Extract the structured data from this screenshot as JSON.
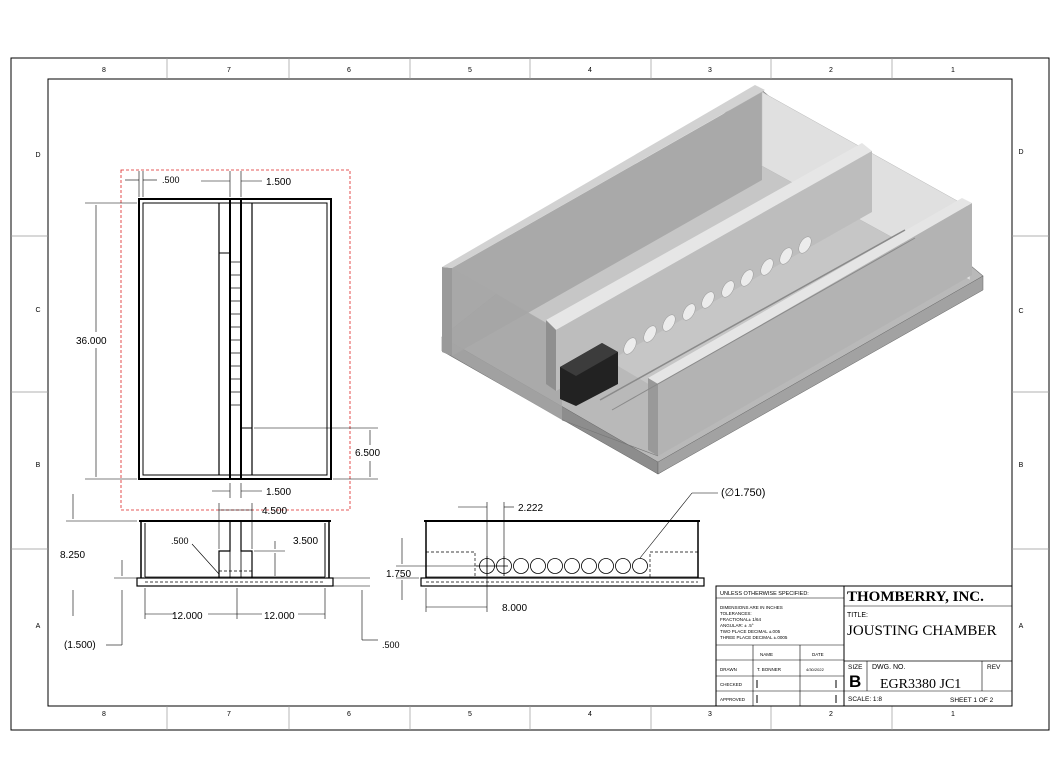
{
  "border": {
    "columns_top": [
      "8",
      "7",
      "6",
      "5",
      "4",
      "3",
      "2",
      "1"
    ],
    "columns_bottom": [
      "8",
      "7",
      "6",
      "5",
      "4",
      "3",
      "2",
      "1"
    ],
    "rows": [
      "D",
      "C",
      "B",
      "A"
    ]
  },
  "top_view": {
    "dim_left_wall": ".500",
    "dim_divider": "1.500",
    "dim_length": "36.000",
    "dim_offset": "6.500",
    "dim_bottom_divider": "1.500"
  },
  "front_view": {
    "dim_height": "8.250",
    "dim_slot_width": "4.500",
    "dim_slot_left": ".500",
    "dim_slot_depth": "3.500",
    "dim_left_half": "12.000",
    "dim_right_half": "12.000",
    "dim_base": "(1.500)",
    "dim_base_thk": ".500"
  },
  "side_view": {
    "dim_hole_spacing": "2.222",
    "dim_hole_dia": "(∅1.750)",
    "dim_hole_height": "1.750",
    "dim_first_hole": "8.000"
  },
  "title_block": {
    "tolerance_header": "UNLESS OTHERWISE SPECIFIED:",
    "tolerance_lines": [
      "DIMENSIONS ARE IN INCHES",
      "TOLERANCES:",
      "FRACTIONAL± 1/64",
      "ANGULAR: ± .5°",
      "TWO PLACE DECIMAL ±.005",
      "THREE PLACE DECIMAL ±.0005"
    ],
    "name_col": "NAME",
    "date_col": "DATE",
    "drawn_label": "DRAWN",
    "drawn_name": "T. BONNER",
    "drawn_date": "4/30/2022",
    "checked_label": "CHECKED",
    "approved_label": "APPROVED",
    "company": "THOMBERRY, INC.",
    "title_label": "TITLE:",
    "title": "JOUSTING CHAMBER",
    "size_label": "SIZE",
    "size": "B",
    "dwg_label": "DWG. NO.",
    "dwg_no": "EGR3380 JC1",
    "rev_label": "REV",
    "scale": "SCALE: 1:8",
    "sheet": "SHEET 1 OF 2"
  }
}
